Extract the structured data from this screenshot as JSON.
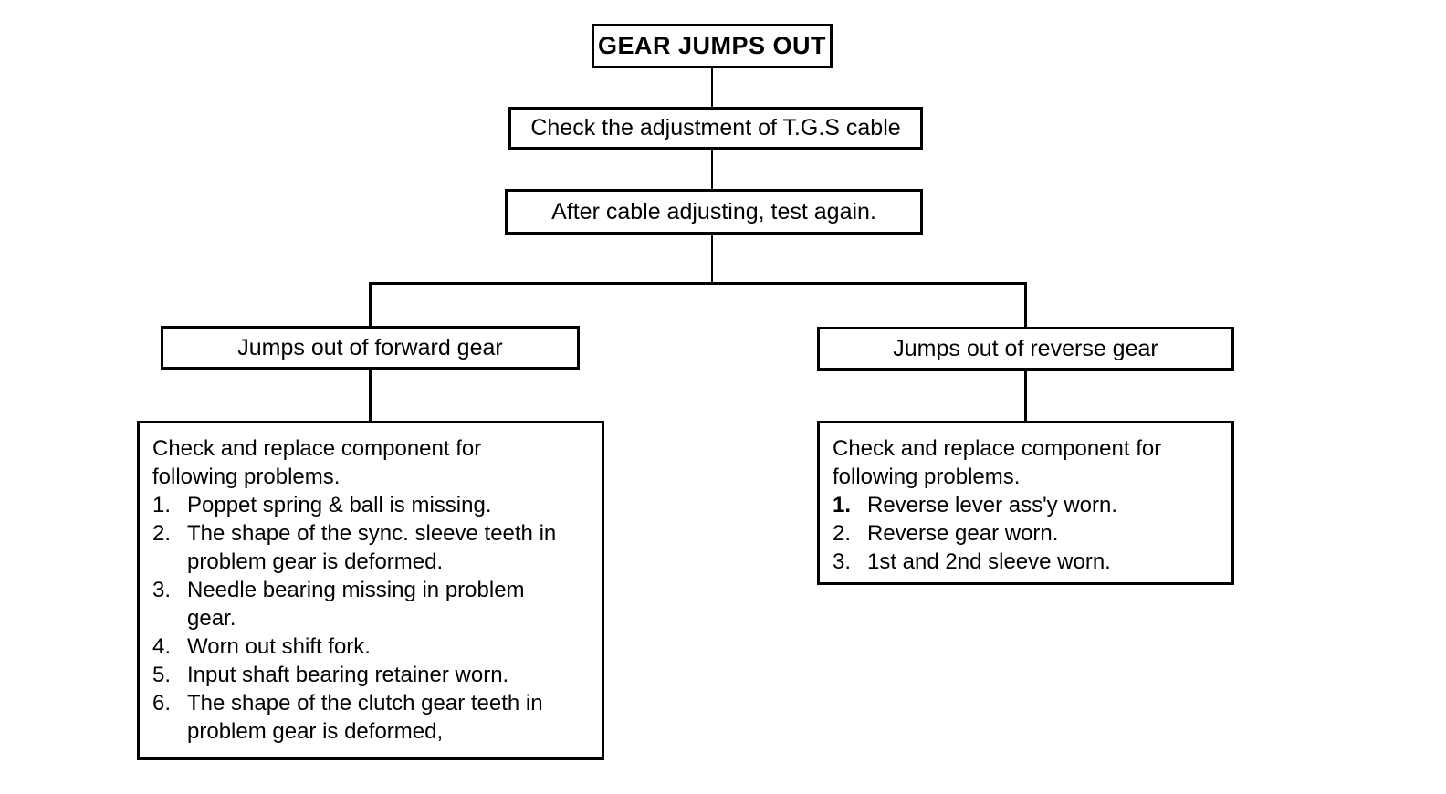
{
  "flowchart": {
    "root": {
      "label": "GEAR JUMPS OUT"
    },
    "step_check_cable": {
      "label": "Check the adjustment of T.G.S cable"
    },
    "step_test_again": {
      "label": "After cable adjusting, test again."
    },
    "branch_forward": {
      "label": "Jumps out of forward gear"
    },
    "branch_reverse": {
      "label": "Jumps out of reverse gear"
    },
    "forward_detail": {
      "intro": "Check and replace component for\nfollowing problems.",
      "items": [
        {
          "num": "1.",
          "text": "Poppet spring & ball is missing."
        },
        {
          "num": "2.",
          "text": "The shape of the sync. sleeve teeth in\nproblem gear is deformed."
        },
        {
          "num": "3.",
          "text": "Needle bearing missing in problem\ngear."
        },
        {
          "num": "4.",
          "text": "Worn out shift fork."
        },
        {
          "num": "5.",
          "text": "Input shaft bearing retainer worn."
        },
        {
          "num": "6.",
          "text": "The shape of the clutch gear teeth in\nproblem gear is deformed,"
        }
      ]
    },
    "reverse_detail": {
      "intro": "Check and replace component for\nfollowing problems.",
      "items": [
        {
          "num": "1.",
          "text": "Reverse lever ass'y worn."
        },
        {
          "num": "2.",
          "text": "Reverse gear worn."
        },
        {
          "num": "3.",
          "text": "1st and 2nd sleeve worn."
        }
      ]
    }
  },
  "colors": {
    "line": "#000000",
    "text": "#000000",
    "background": "#ffffff"
  }
}
